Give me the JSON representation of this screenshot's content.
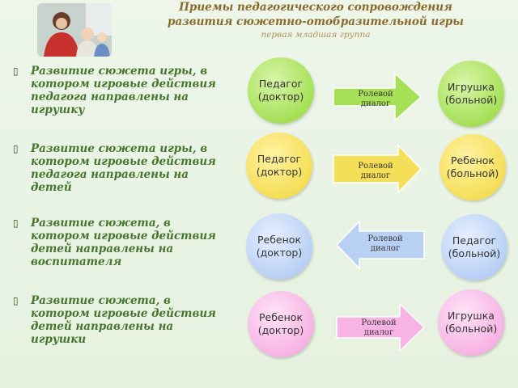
{
  "header": {
    "title_line1": "Приемы педагогического сопровождения",
    "title_line2": "развития сюжетно-отобразительной игры",
    "subtitle": "первая младшая группа"
  },
  "list": [
    {
      "text": "Развитие сюжета игры, в котором игровые действия педагога направлены на игрушку"
    },
    {
      "text": "Развитие сюжета игры, в котором игровые действия педагога направлены на детей"
    },
    {
      "text": "Развитие сюжета, в котором игровые действия детей направлены на воспитателя"
    },
    {
      "text": "Развитие сюжета, в котором игровые действия детей направлены на игрушки"
    }
  ],
  "rows": [
    {
      "left": "Педагог\n(доктор)",
      "arrow": "Ролевой\nдиалог",
      "direction": "right",
      "right": "Игрушка\n(больной)",
      "color": "green"
    },
    {
      "left": "Педагог\n(доктор)",
      "arrow": "Ролевой\nдиалог",
      "direction": "right",
      "right": "Ребенок\n(больной)",
      "color": "yellow"
    },
    {
      "left": "Ребенок\n(доктор)",
      "arrow": "Ролевой\nдиалог",
      "direction": "left",
      "right": "Педагог\n(больной)",
      "color": "blue"
    },
    {
      "left": "Ребенок\n(доктор)",
      "arrow": "Ролевой\nдиалог",
      "direction": "right",
      "right": "Игрушка\n(больной)",
      "color": "pink"
    }
  ]
}
